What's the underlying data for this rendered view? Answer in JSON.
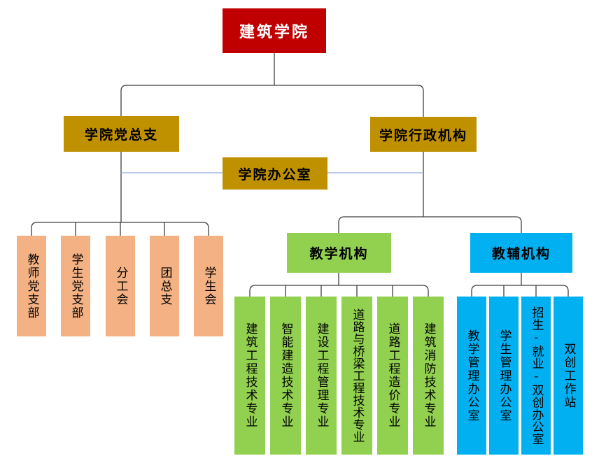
{
  "org": {
    "root": "建筑学院",
    "party": "学院党总支",
    "admin": "学院行政机构",
    "office": "学院办公室",
    "party_children": [
      "教师党支部",
      "学生党支部",
      "分工会",
      "团总支",
      "学生会"
    ],
    "teaching": "教学机构",
    "auxiliary": "教辅机构",
    "teaching_children": [
      "建筑工程技术专业",
      "智能建造技术专业",
      "建设工程管理专业",
      "道路与桥梁工程技术专业",
      "道路工程造价专业",
      "建筑消防技术专业"
    ],
    "auxiliary_children": [
      "教学管理办公室",
      "学生管理办公室",
      "招生-就业-双创办公室",
      "双创工作站"
    ],
    "colors": {
      "root_bg": "#c00000",
      "root_text": "#ffffff",
      "gold_bg": "#bf9000",
      "orange_bg": "#f4b183",
      "green_bg": "#92d050",
      "blue_bg": "#00b0f0",
      "connector": "#3f3f3f",
      "office_link_line": "#8faadc"
    }
  }
}
